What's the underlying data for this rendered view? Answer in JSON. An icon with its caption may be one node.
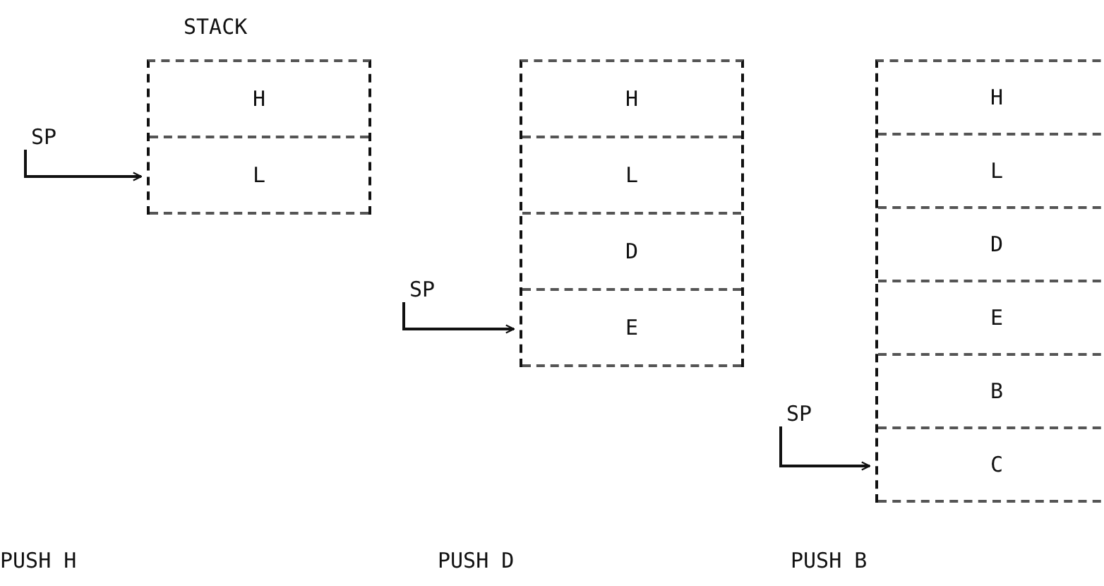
{
  "diagram": {
    "nodes": [
      {
        "text": [
          "STACK"
        ]
      },
      {
        "text": [
          "H"
        ],
        "in": 0
      },
      {
        "text": [
          "L"
        ],
        "in": 0
      },
      {
        "text": [
          "SP"
        ]
      },
      {
        "text": [],
        "shape": "box"
      },
      {
        "text": [
          "H"
        ],
        "in": 4
      },
      {
        "text": [
          "L"
        ],
        "in": 4
      },
      {
        "text": [
          "D"
        ],
        "in": 4
      },
      {
        "text": [
          "E"
        ],
        "in": 4
      },
      {
        "text": [
          "SP"
        ]
      },
      {
        "text": [],
        "shape": "box"
      },
      {
        "text": [
          "H"
        ],
        "in": 10
      },
      {
        "text": [
          "L"
        ],
        "in": 10
      },
      {
        "text": [
          "D"
        ],
        "in": 10
      },
      {
        "text": [
          "E"
        ],
        "in": 10
      },
      {
        "text": [
          "B"
        ],
        "in": 10
      },
      {
        "text": [
          "C"
        ],
        "in": 10
      },
      {
        "text": [
          "SP"
        ]
      }
    ],
    "edges": [
      {
        "from": 3,
        "to": 2,
        "arrow": "to"
      },
      {
        "from": 9,
        "to": 8,
        "arrow": "to"
      },
      {
        "from": 17,
        "to": 16,
        "arrow": "to"
      }
    ],
    "labels": [
      "PUSH H",
      "PUSH D",
      "PUSH B"
    ]
  }
}
